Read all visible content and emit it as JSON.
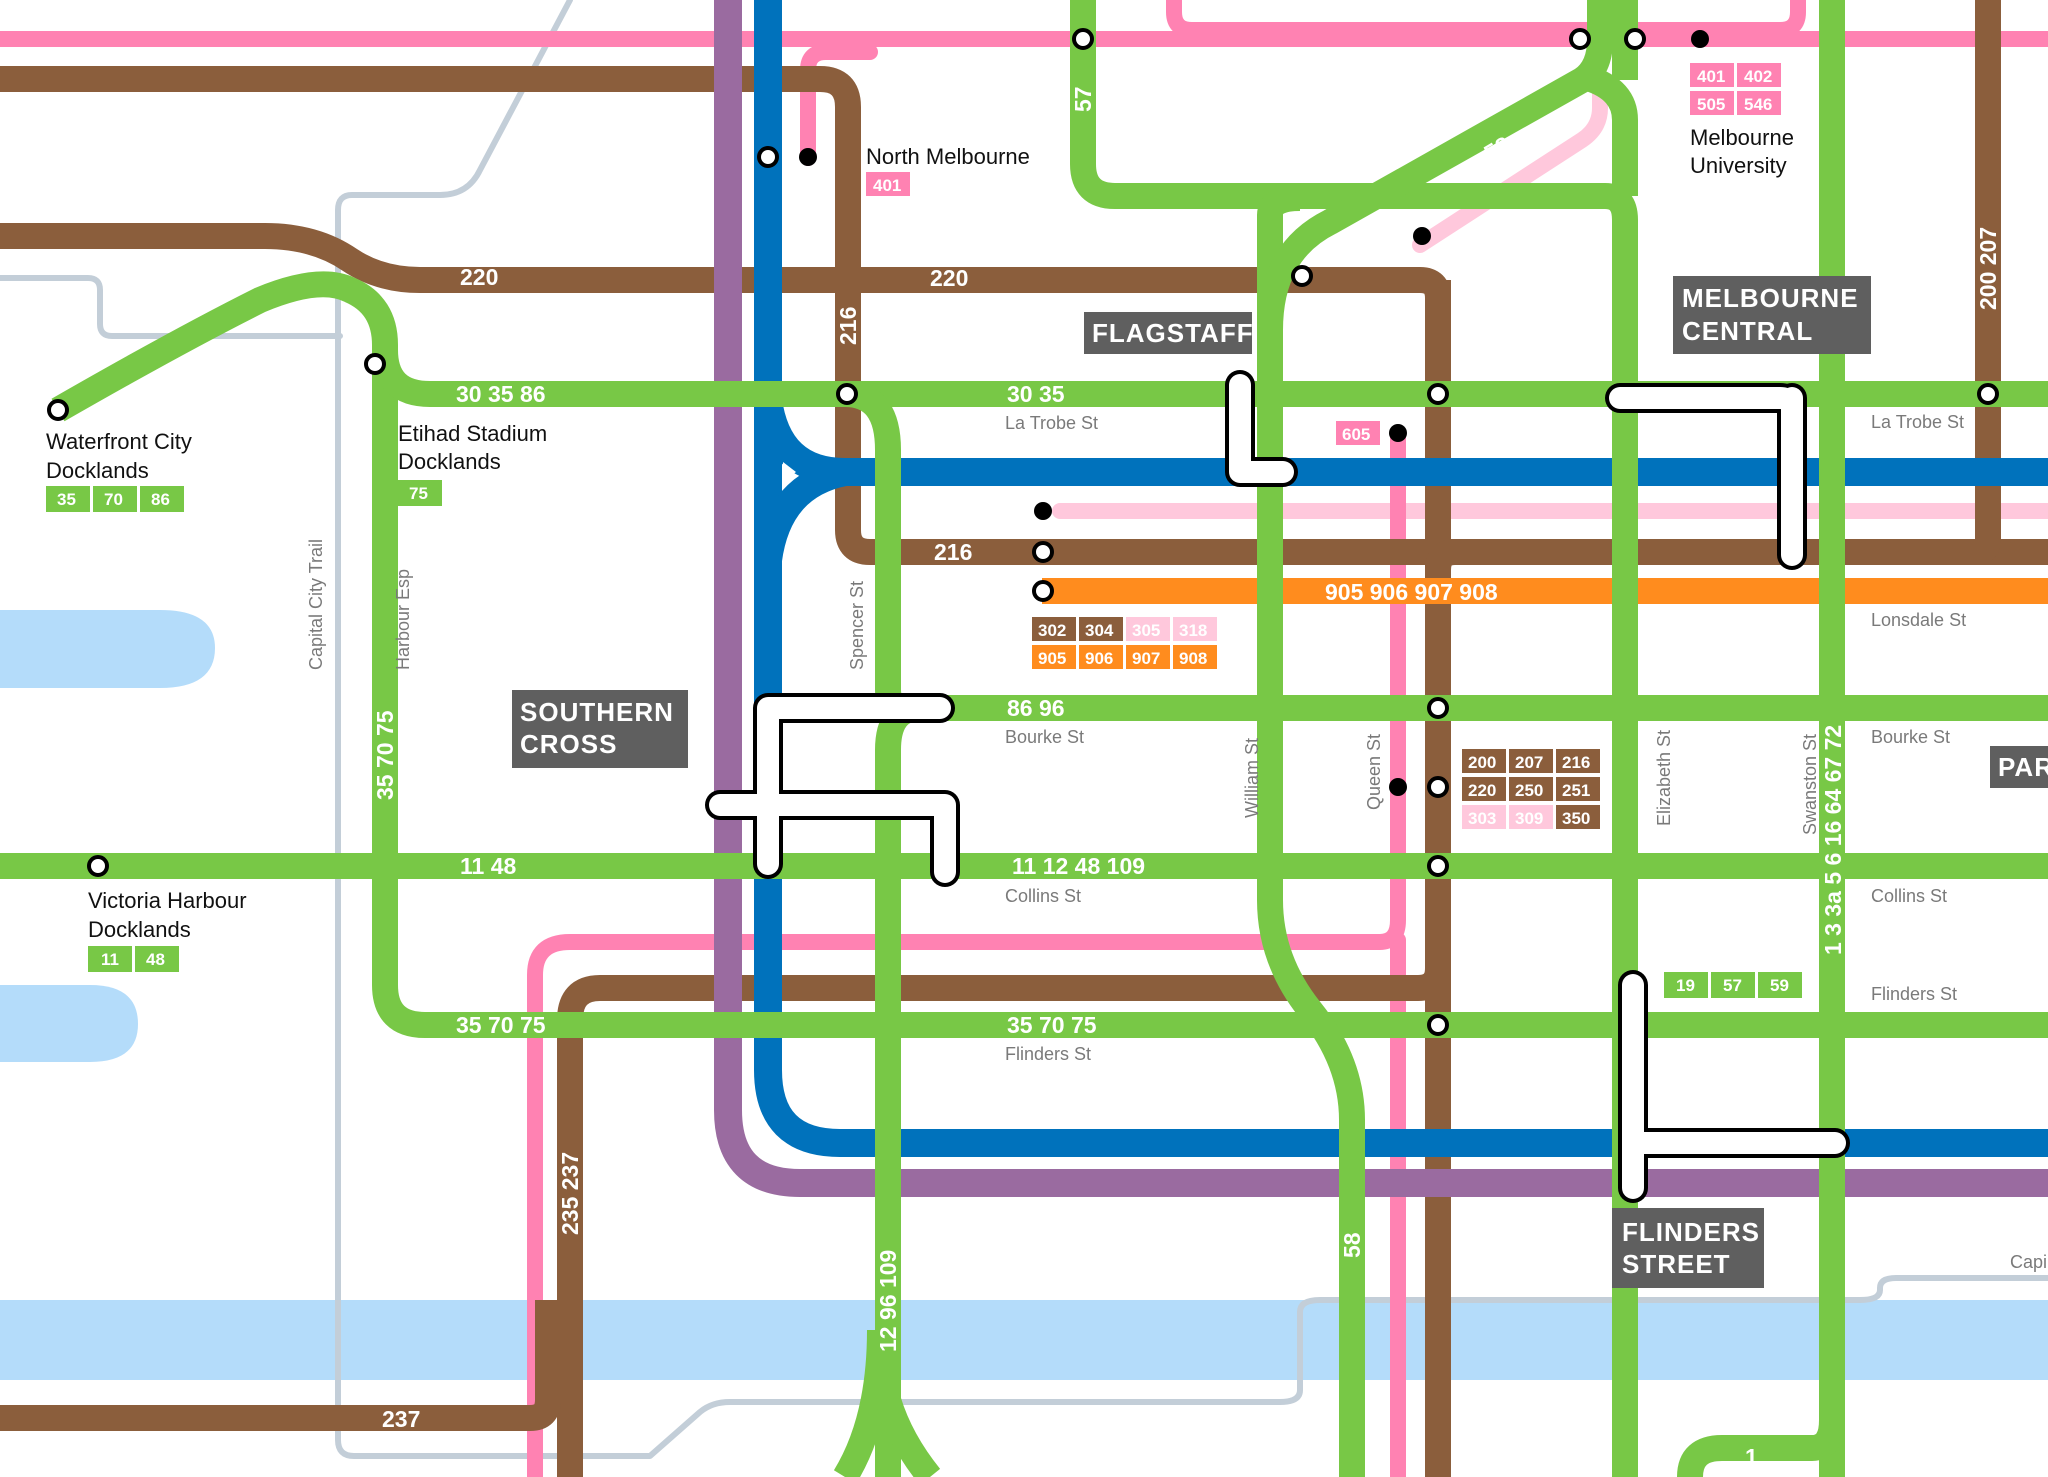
{
  "map": {
    "colors": {
      "tram": "#78c846",
      "metro": "#0072bc",
      "regional": "#9a6ba0",
      "bus": "#8b5e3c",
      "bus_main": "#ff82b2",
      "bus_light": "#ffc8dc",
      "night_bus": "#ff8c1e",
      "trail": "#c3ced8",
      "water": "#b4dcfa",
      "hub_box": "#5f5f5f"
    },
    "hubs": {
      "flagstaff": "FLAGSTAFF",
      "melbourne_central_1": "MELBOURNE",
      "melbourne_central_2": "CENTRAL",
      "southern_cross_1": "SOUTHERN",
      "southern_cross_2": "CROSS",
      "flinders_street_1": "FLINDERS",
      "flinders_street_2": "STREET",
      "parliament_partial": "PAR"
    },
    "stops": {
      "north_melbourne": "North Melbourne",
      "melbourne_university_1": "Melbourne",
      "melbourne_university_2": "University",
      "waterfront_1": "Waterfront City",
      "waterfront_2": "Docklands",
      "etihad_1": "Etihad Stadium",
      "etihad_2": "Docklands",
      "victoria_harbour_1": "Victoria Harbour",
      "victoria_harbour_2": "Docklands"
    },
    "streets": {
      "la_trobe_1": "La Trobe St",
      "la_trobe_2": "La Trobe St",
      "lonsdale": "Lonsdale St",
      "bourke_1": "Bourke St",
      "bourke_2": "Bourke St",
      "collins_1": "Collins St",
      "collins_2": "Collins St",
      "flinders_st": "Flinders St",
      "flinders_st_2": "Flinders St",
      "spencer": "Spencer St",
      "william": "William St",
      "queen": "Queen St",
      "elizabeth": "Elizabeth St",
      "swanston": "Swanston St",
      "harbour_esp": "Harbour Esp",
      "capital_city_trail": "Capital City Trail",
      "capital_city_trail_partial": "Capi"
    },
    "route_labels": {
      "r220a": "220",
      "r220b": "220",
      "r303586": "30 35 86",
      "r3035": "30 35",
      "r216h": "216",
      "r216v": "216",
      "r8696": "86 96",
      "r1148": "11  48",
      "r111248109": "11  12  48 109",
      "r357075a": "35 70 75",
      "r357075b": "35 70 75",
      "r357075v": "35 70 75",
      "r905908": "905  906  907  908",
      "r57": "57",
      "r58a": "58",
      "r58b": "58",
      "r546": "546",
      "r200207": "200  207",
      "r235237": "235 237",
      "r237": "237",
      "r1296109": "12 96 109",
      "r1": "1",
      "swanston_routes": "1   3   3a   5   6   16  64  67  72"
    },
    "badges": {
      "north_melbourne": [
        "401"
      ],
      "melb_uni_row1": [
        "401",
        "402"
      ],
      "melb_uni_row2": [
        "505",
        "546"
      ],
      "waterfront": [
        "35",
        "70",
        "86"
      ],
      "etihad": [
        "75"
      ],
      "victoria_harbour": [
        "11",
        "48"
      ],
      "william_stop": [
        "605"
      ],
      "lonsdale_row1": [
        "302",
        "304",
        "305",
        "318"
      ],
      "lonsdale_row2": [
        "905",
        "906",
        "907",
        "908"
      ],
      "queen_row1": [
        "200",
        "207",
        "216"
      ],
      "queen_row2": [
        "220",
        "250",
        "251"
      ],
      "queen_row3": [
        "303",
        "309",
        "350"
      ],
      "elizabeth_flinders": [
        "19",
        "57",
        "59"
      ]
    }
  }
}
